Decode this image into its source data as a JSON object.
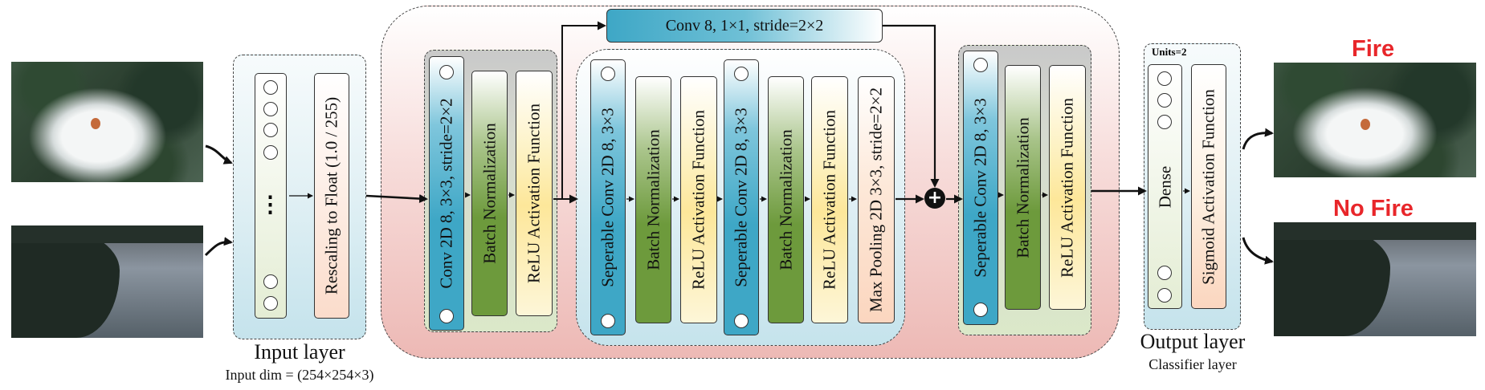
{
  "input_layer": {
    "title": "Input layer",
    "subtitle": "Input dim = (254×254×3)",
    "rescale_label": "Rescaling to Float (1.0 / 255)",
    "ellipsis": "⋮"
  },
  "block1": {
    "conv_label": "Conv 2D 8, 3×3, stride=2×2",
    "bn_label": "Batch Normalization",
    "relu_label": "ReLU Activation Function"
  },
  "skip": {
    "label": "Conv 8, 1×1, stride=2×2"
  },
  "block2": {
    "sep1_label": "Seperable Conv 2D 8, 3×3",
    "bn1_label": "Batch Normalization",
    "relu1_label": "ReLU Activation Function",
    "sep2_label": "Seperable Conv 2D 8, 3×3",
    "bn2_label": "Batch Normalization",
    "relu2_label": "ReLU Activation Function",
    "pool_label": "Max Pooling 2D 3×3, stride=2×2"
  },
  "block3": {
    "sep_label": "Seperable Conv 2D 8, 3×3",
    "bn_label": "Batch Normalization",
    "relu_label": "ReLU Activation Function"
  },
  "output_layer": {
    "title": "Output layer",
    "subtitle": "Classifier layer",
    "units_label": "Units=2",
    "dense_label": "Dense",
    "sigmoid_label": "Sigmoid Activation Function"
  },
  "outputs": {
    "fire_label": "Fire",
    "nofire_label": "No Fire"
  },
  "add_symbol": "+",
  "colors": {
    "blue_layer": "#3ea7c6",
    "green_layer": "#6d9a3c",
    "cream_layer": "#fdf3c9",
    "red_text": "#e8262a",
    "pink_bg": "#f2c7c3"
  }
}
